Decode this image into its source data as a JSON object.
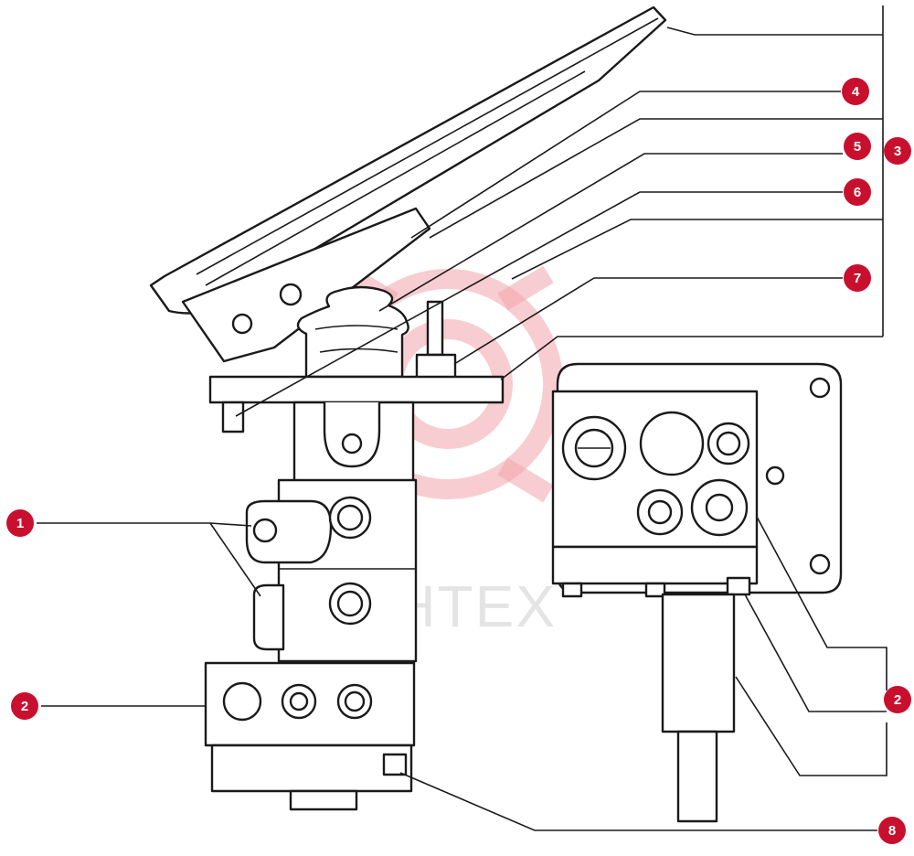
{
  "watermark": {
    "text": "MHTEX"
  },
  "callouts": [
    {
      "id": "c1",
      "label": "1"
    },
    {
      "id": "c2a",
      "label": "2"
    },
    {
      "id": "c2b",
      "label": "2"
    },
    {
      "id": "c3",
      "label": "3"
    },
    {
      "id": "c4",
      "label": "4"
    },
    {
      "id": "c5",
      "label": "5"
    },
    {
      "id": "c6",
      "label": "6"
    },
    {
      "id": "c7",
      "label": "7"
    },
    {
      "id": "c8",
      "label": "8"
    }
  ],
  "colors": {
    "callout": "#c8102e",
    "ink": "#1a1a1a",
    "watermark": "#f3a4ac"
  }
}
